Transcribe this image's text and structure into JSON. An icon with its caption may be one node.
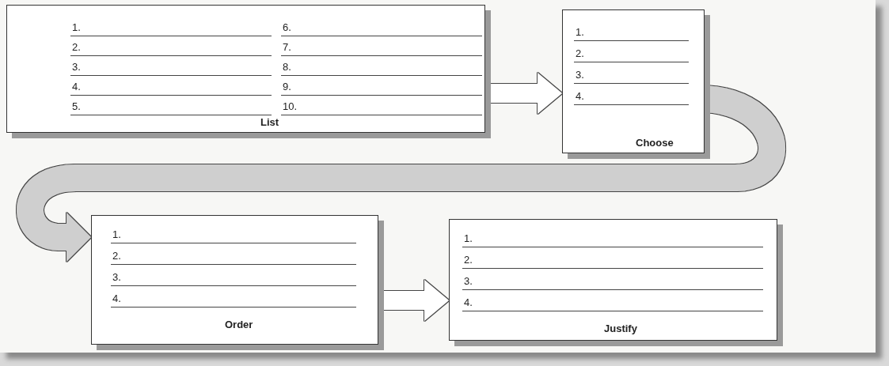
{
  "diagram": {
    "nodes": [
      {
        "text": [
          "1.",
          "2.",
          "3.",
          "4.",
          "5.",
          "6.",
          "7.",
          "8.",
          "9.",
          "10.",
          "List"
        ]
      },
      {
        "text": [
          "1.",
          "2.",
          "3.",
          "4.",
          "Choose"
        ]
      },
      {
        "text": [
          "1.",
          "2.",
          "3.",
          "4.",
          "Order"
        ]
      },
      {
        "text": [
          "1.",
          "2.",
          "3.",
          "4.",
          "Justify"
        ]
      }
    ],
    "edges": [
      {
        "from": 0,
        "to": 1,
        "arrow": "to"
      },
      {
        "from": 1,
        "to": 2,
        "arrow": "to"
      },
      {
        "from": 2,
        "to": 3,
        "arrow": "to"
      }
    ]
  }
}
